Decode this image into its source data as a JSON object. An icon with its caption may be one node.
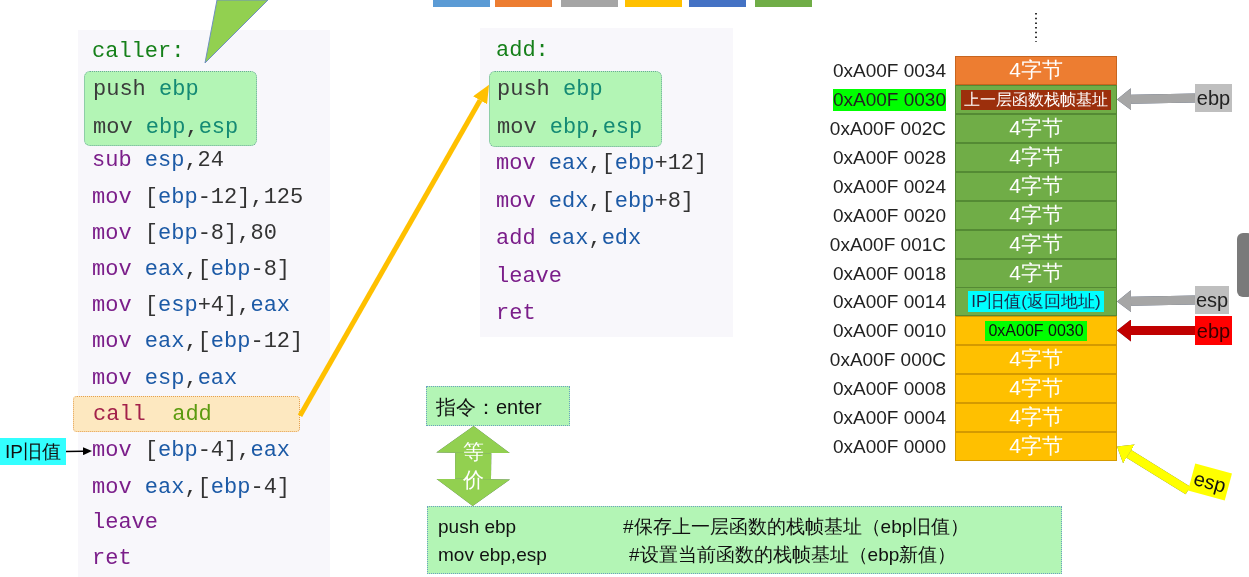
{
  "diagram": {
    "nodes": [
      {
        "text": [
          "caller:",
          "sub esp,24",
          "mov [ebp-12],125",
          "mov [ebp-8],80",
          "mov eax,[ebp-8]",
          "mov [esp+4],eax",
          "mov eax,[ebp-12]",
          "mov esp,eax",
          "mov eax,[ebp-4]",
          "leave",
          "ret"
        ]
      },
      {
        "text": [
          "push ebp",
          "mov ebp,esp"
        ],
        "in": 0
      },
      {
        "text": [
          "call  add"
        ],
        "in": 0
      },
      {
        "text": [
          "mov [ebp-4],eax"
        ],
        "in": 0
      },
      {
        "text": [
          "IP旧值"
        ]
      },
      {
        "text": [
          "add:",
          "mov eax,[ebp+12]",
          "mov edx,[ebp+8]",
          "add eax,edx",
          "leave",
          "ret"
        ]
      },
      {
        "text": [
          "push ebp",
          "mov ebp,esp"
        ],
        "in": 5
      },
      {
        "text": [
          "指令：enter"
        ]
      },
      {
        "text": [
          "push ebp",
          "#保存上一层函数的栈帧基址（ebp旧值）",
          "mov ebp,esp",
          "#设置当前函数的栈帧基址（ebp新值）"
        ]
      },
      {
        "text": [
          "4字节"
        ],
        "beside": [
          "0xA00F 0034"
        ]
      },
      {
        "text": [
          "上一层函数栈帧基址"
        ],
        "beside": [
          "0xA00F 0030"
        ]
      },
      {
        "text": [
          "4字节"
        ],
        "beside": [
          "0xA00F 002C"
        ]
      },
      {
        "text": [
          "4字节"
        ],
        "beside": [
          "0xA00F 0028"
        ]
      },
      {
        "text": [
          "4字节"
        ],
        "beside": [
          "0xA00F 0024"
        ]
      },
      {
        "text": [
          "4字节"
        ],
        "beside": [
          "0xA00F 0020"
        ]
      },
      {
        "text": [
          "4字节"
        ],
        "beside": [
          "0xA00F 001C"
        ]
      },
      {
        "text": [
          "4字节"
        ],
        "beside": [
          "0xA00F 0018"
        ]
      },
      {
        "text": [
          "IP旧值(返回地址)"
        ],
        "beside": [
          "0xA00F 0014"
        ]
      },
      {
        "text": [
          "0xA00F 0030"
        ],
        "beside": [
          "0xA00F 0010"
        ]
      },
      {
        "text": [
          "4字节"
        ],
        "beside": [
          "0xA00F 000C"
        ]
      },
      {
        "text": [
          "4字节"
        ],
        "beside": [
          "0xA00F 0008"
        ]
      },
      {
        "text": [
          "4字节"
        ],
        "beside": [
          "0xA00F 0004"
        ]
      },
      {
        "text": [
          "4字节"
        ],
        "beside": [
          "0xA00F 0000"
        ]
      },
      {
        "text": [
          "ebp"
        ]
      },
      {
        "text": [
          "esp"
        ]
      },
      {
        "text": [
          "ebp"
        ]
      },
      {
        "text": [
          "esp"
        ]
      }
    ],
    "edges": [
      {
        "from": 2,
        "to": 6,
        "arrow": "to",
        "color": "#ffc000"
      },
      {
        "from": 4,
        "to": 3,
        "arrow": "to",
        "color": "#000000"
      },
      {
        "from": 23,
        "to": 10,
        "arrow": "to"
      },
      {
        "from": 24,
        "to": 17,
        "arrow": "to"
      },
      {
        "from": 25,
        "to": 18,
        "arrow": "to",
        "color": "#c00000"
      },
      {
        "from": 26,
        "to": 22,
        "arrow": "to",
        "color": "#ffff00"
      },
      {
        "from": 7,
        "to": 8,
        "arrow": "both",
        "label": "等价",
        "style": "thick",
        "color": "#92d050"
      }
    ]
  }
}
